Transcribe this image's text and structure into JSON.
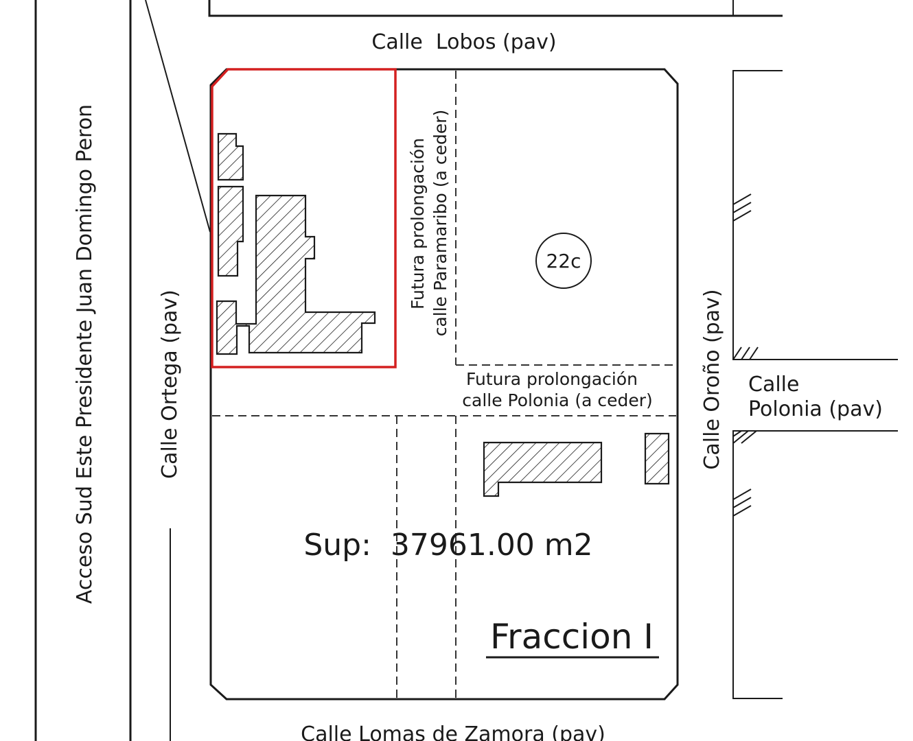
{
  "streets": {
    "lobos": "Calle  Lobos (pav)",
    "lomas": "Calle Lomas de Zamora (pav)",
    "ortega": "Calle Ortega (pav)",
    "orono": "Calle Oroño (pav)",
    "acceso": "Acceso Sud Este Presidente Juan Domingo Peron",
    "polonia_line1": "Calle",
    "polonia_line2": "Polonia (pav)"
  },
  "future_streets": {
    "paramaribo_line1": "Futura prolongación",
    "paramaribo_line2": "calle Paramaribo (a ceder)",
    "polonia_line1": "Futura prolongación",
    "polonia_line2": "calle Polonia (a ceder)"
  },
  "lot_number": "22c",
  "surface": "Sup:  37961.00 m2",
  "fraction": "Fraccion I",
  "colors": {
    "highlight": "#d42020",
    "line": "#1a1a1a"
  }
}
